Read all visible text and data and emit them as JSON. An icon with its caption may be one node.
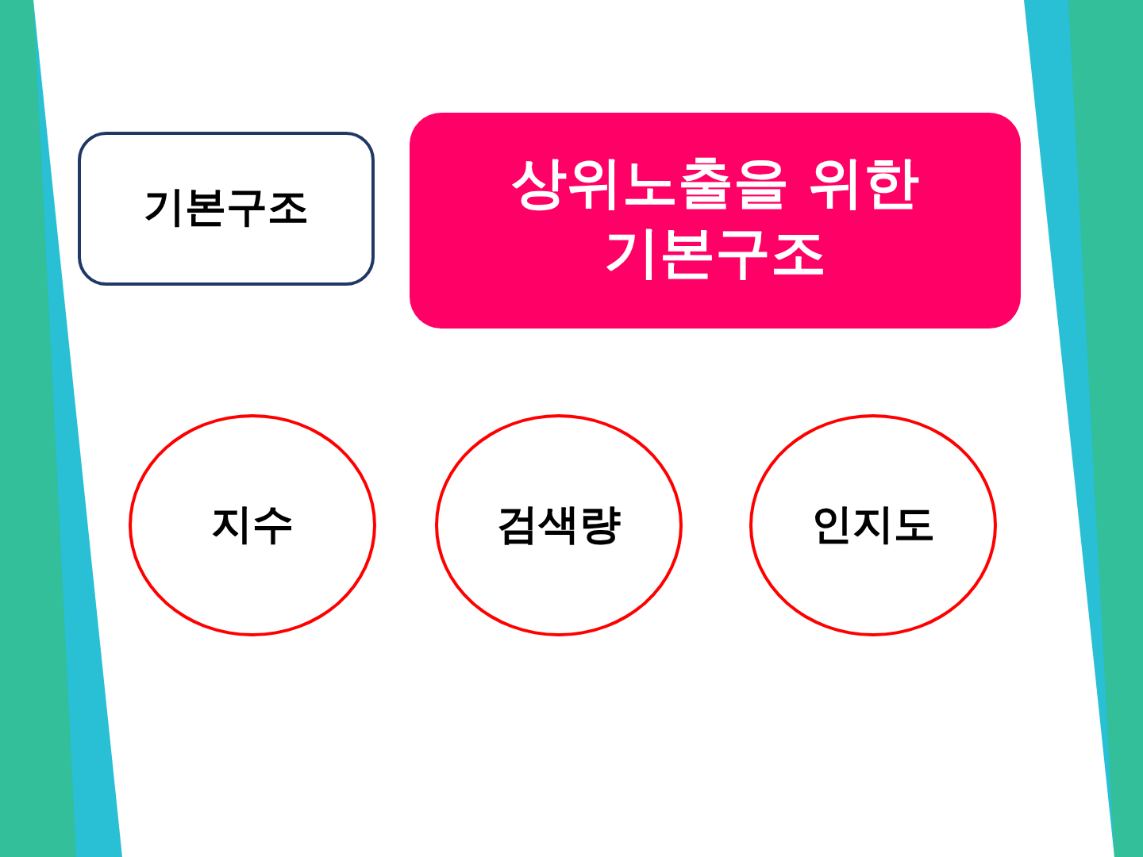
{
  "diagram": {
    "nodes": [
      {
        "text": [
          "기본구조"
        ]
      },
      {
        "text": [
          "상위노출을 위한 기본구조"
        ]
      },
      {
        "text": [
          "지수"
        ]
      },
      {
        "text": [
          "검색량"
        ]
      },
      {
        "text": [
          "인지도"
        ]
      }
    ]
  }
}
